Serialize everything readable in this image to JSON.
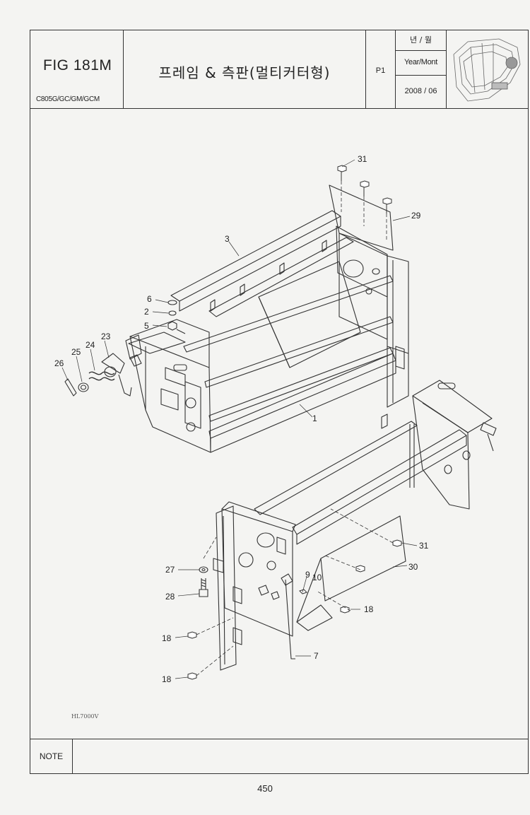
{
  "header": {
    "fig_no": "FIG 181M",
    "models": "C805G/GC/GM/GCM",
    "title": "프레임 & 측판(멀티커터형)",
    "page_label": "P1",
    "date_label_ko": "년 / 월",
    "date_label_en": "Year/Mont",
    "date_value": "2008 / 06",
    "thumb_icon": "combine-harvester-thumbnail"
  },
  "callouts": [
    "31",
    "29",
    "3",
    "6",
    "2",
    "5",
    "23",
    "24",
    "25",
    "26",
    "1",
    "31",
    "30",
    "27",
    "28",
    "9",
    "10",
    "18",
    "18",
    "7",
    "18"
  ],
  "drawing_code": "HL7000V",
  "footer": {
    "note_label": "NOTE",
    "note_text": "",
    "page_number": "450"
  }
}
